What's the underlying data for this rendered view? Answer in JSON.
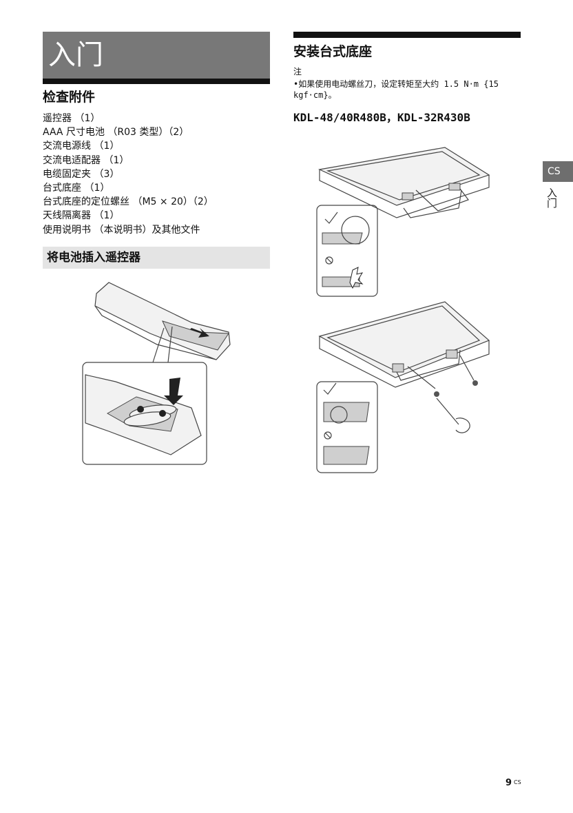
{
  "chapter": {
    "title": "入门",
    "side_label": "入门",
    "tab_label": "CS"
  },
  "accessories": {
    "heading": "检查附件",
    "items": [
      "遥控器 （1）",
      "AAA 尺寸电池 （R03 类型）（2）",
      "交流电源线 （1）",
      "交流电适配器 （1）",
      "电缆固定夹 （3）",
      "台式底座 （1）",
      "台式底座的定位螺丝 （M5 × 20）（2）",
      "天线隔离器 （1）",
      "使用说明书 （本说明书）及其他文件"
    ]
  },
  "battery": {
    "heading": "将电池插入遥控器"
  },
  "stand": {
    "heading": "安装台式底座",
    "note_label": "注",
    "note_text": "•如果使用电动螺丝刀，设定转矩至大约 1.5 N·m {15 kgf·cm}。",
    "model_heading": "KDL-48/40R480B，KDL-32R430B"
  },
  "footer": {
    "page_number": "9",
    "page_suffix": "CS"
  }
}
